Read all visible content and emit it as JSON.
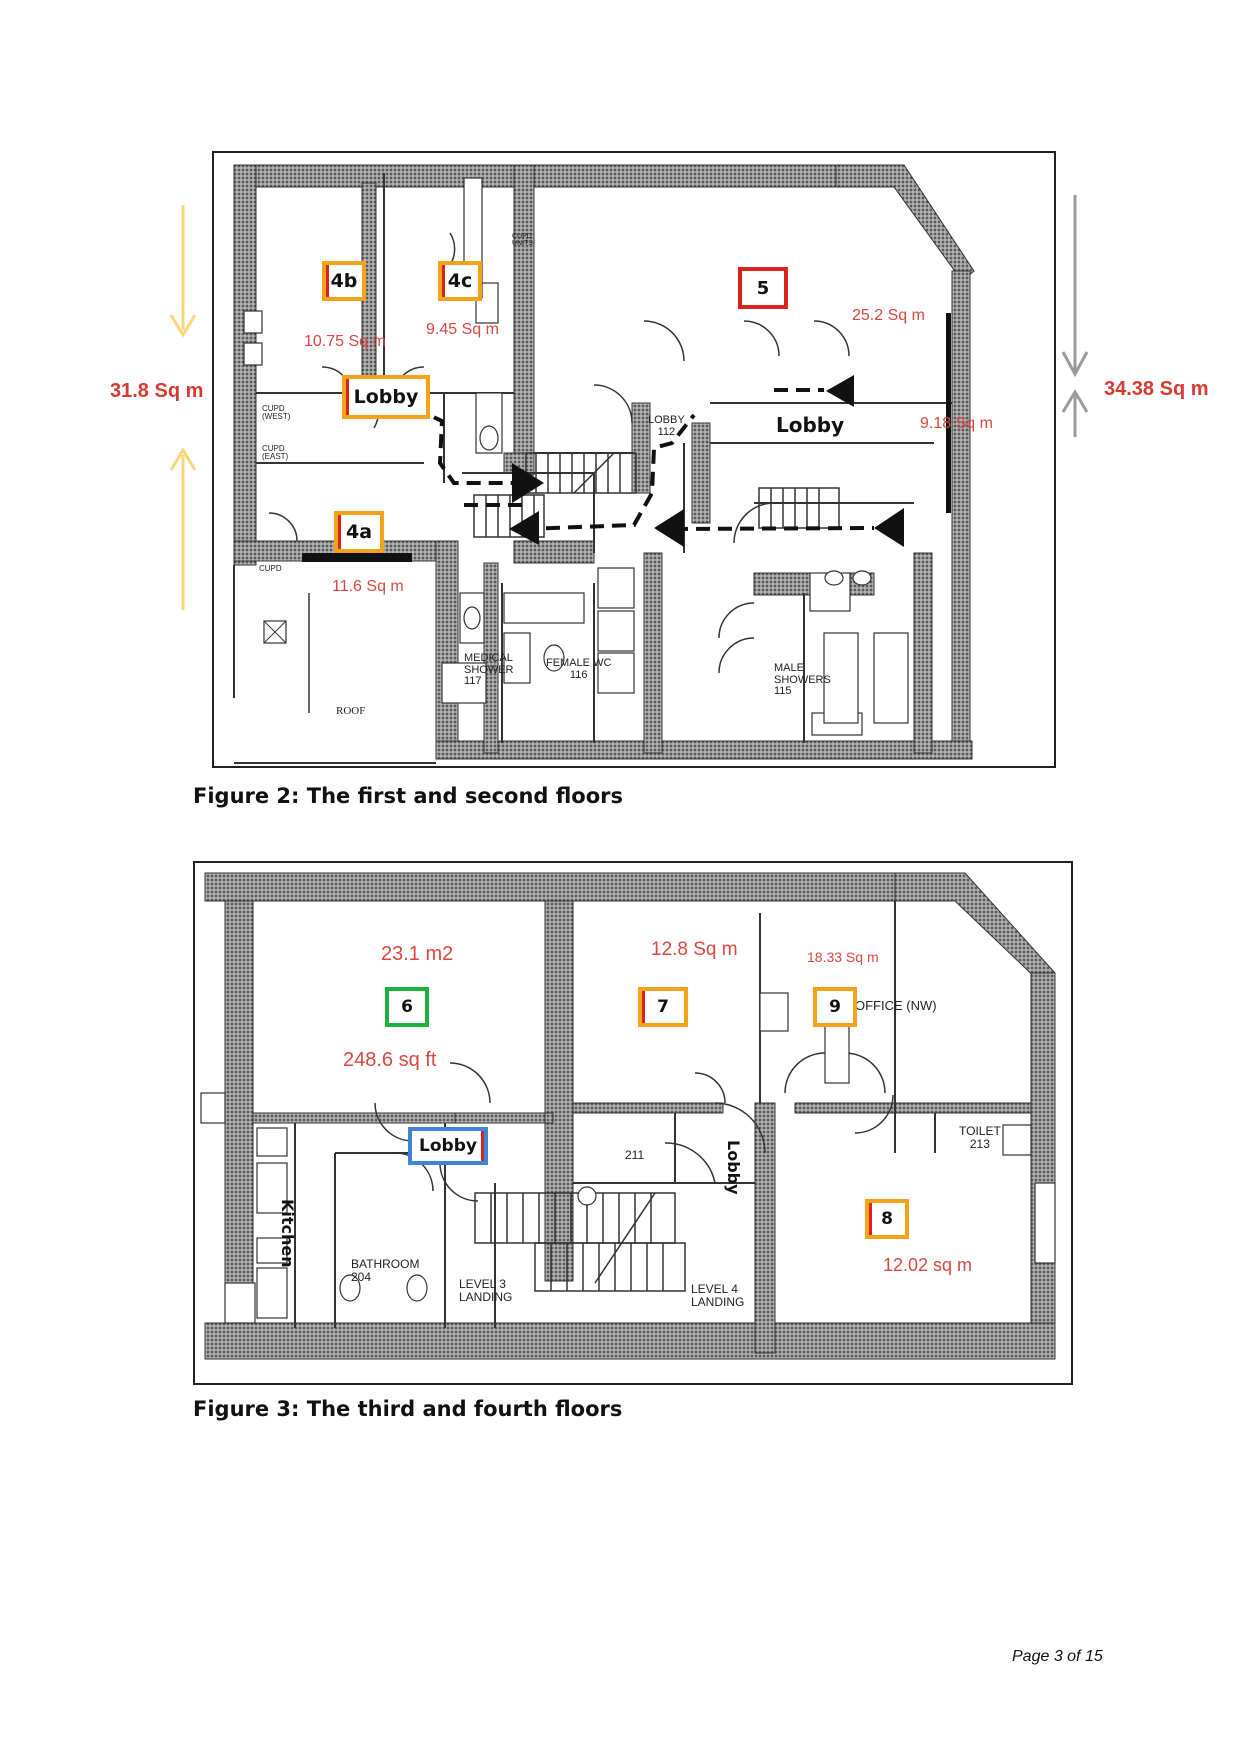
{
  "figure2": {
    "caption": "Figure 2: The first and second floors",
    "side_left": "31.8 Sq m",
    "side_right": "34.38 Sq m",
    "rooms": {
      "r4b": {
        "label": "4b",
        "area": "10.75 Sq m"
      },
      "r4c": {
        "label": "4c",
        "area": "9.45 Sq m"
      },
      "r5": {
        "label": "5",
        "area": "25.2 Sq m"
      },
      "r4a": {
        "label": "4a",
        "area": "11.6 Sq m"
      },
      "lobby_left": {
        "label": "Lobby"
      },
      "lobby_right": {
        "label": "Lobby",
        "area": "9.18 Sq m"
      }
    },
    "plan_labels": {
      "lobby112": "LOBBY\n112",
      "cupd_west": "CUPD\n(WEST)",
      "cupd_east": "CUPD\n(EAST)",
      "cupd": "CUPD",
      "cupd_units": "CUPD\nUNITS",
      "roof": "ROOF",
      "medical_shower": "MEDICAL\nSHOWER\n117",
      "female_wc": "FEMALE WC\n116",
      "male_showers": "MALE\nSHOWERS\n115"
    }
  },
  "figure3": {
    "caption": "Figure 3: The third and fourth floors",
    "rooms": {
      "r6": {
        "label": "6",
        "area_m2": "23.1 m2",
        "area_ft": "248.6 sq ft"
      },
      "r7": {
        "label": "7",
        "area": "12.8 Sq m"
      },
      "r9": {
        "label": "9",
        "area": "18.33 Sq m"
      },
      "r8": {
        "label": "8",
        "area": "12.02 sq m"
      },
      "lobby_blue": {
        "label": "Lobby"
      },
      "lobby_vert": {
        "label": "Lobby"
      },
      "kitchen": {
        "label": "Kitchen"
      }
    },
    "plan_labels": {
      "office_nw": "OFFICE (NW)",
      "toilet": "TOILET\n213",
      "r211": "211",
      "bathroom": "BATHROOM\n204",
      "level3": "LEVEL 3\nLANDING",
      "level4": "LEVEL 4\nLANDING"
    }
  },
  "footer": {
    "page": "Page 3 of 15"
  },
  "colors": {
    "orange": "#f3a21a",
    "red": "#d8241d",
    "green": "#1bb33a",
    "blue": "#3e85d4",
    "area_text": "#d9473f",
    "arrow_yellow": "#f8d77a",
    "arrow_gray": "#9a9a9a"
  }
}
